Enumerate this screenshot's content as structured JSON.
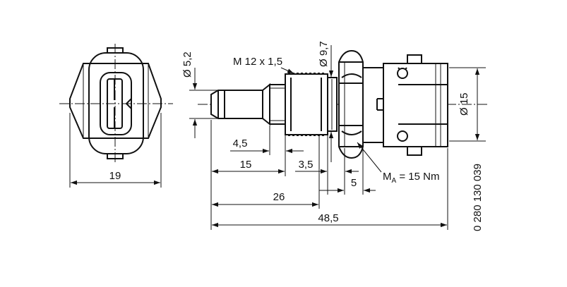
{
  "labels": {
    "dia_5_2": "Ø 5,2",
    "thread_spec": "M 12 x 1,5",
    "dia_9_7": "Ø 9,7",
    "dia_15": "Ø 15",
    "width_19": "19",
    "len_4_5": "4,5",
    "len_15": "15",
    "len_3_5": "3,5",
    "len_5": "5",
    "len_26": "26",
    "len_48_5": "48,5",
    "torque_m": "M",
    "torque_sub": "A",
    "torque_value": " = 15 Nm",
    "part_number": "0 280 130 039"
  }
}
